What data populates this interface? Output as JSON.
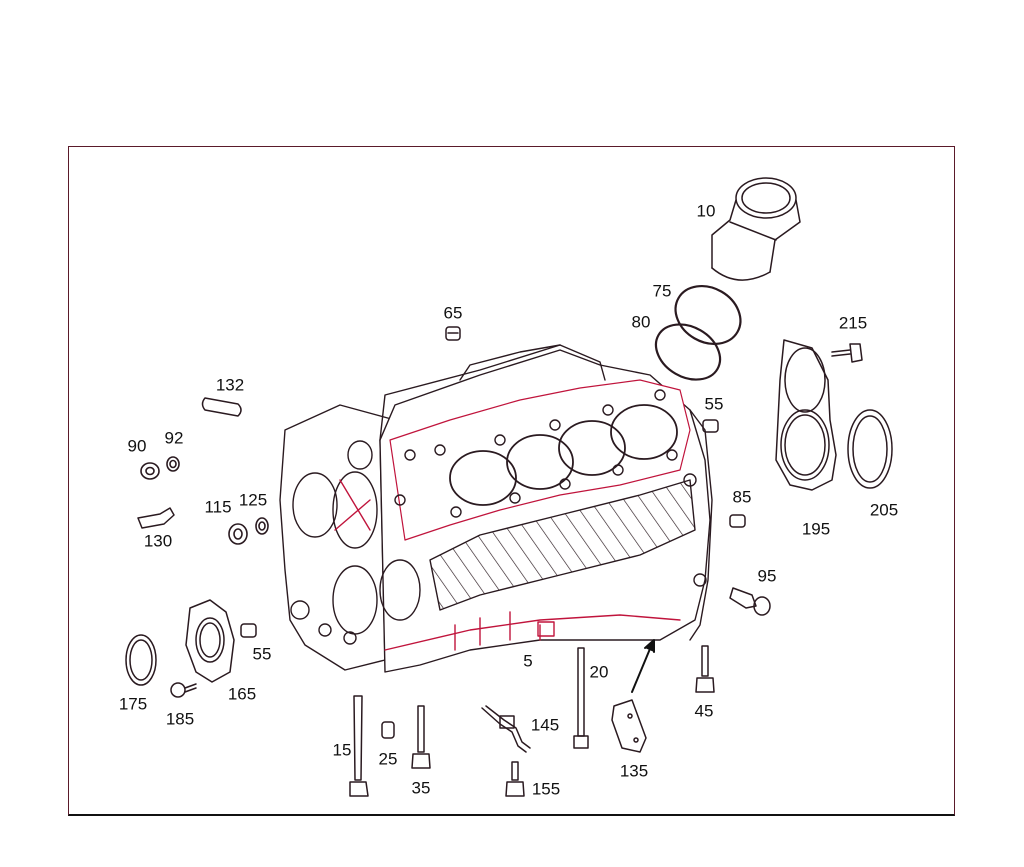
{
  "diagram": {
    "colors": {
      "outline": "#2a1a20",
      "accent": "#c0143c",
      "frame": "#5a1a2a"
    },
    "labels": {
      "l10": "10",
      "l75": "75",
      "l80": "80",
      "l65": "65",
      "l215": "215",
      "l55a": "55",
      "l132": "132",
      "l90": "90",
      "l92": "92",
      "l85": "85",
      "l115": "115",
      "l125": "125",
      "l195": "195",
      "l205": "205",
      "l130": "130",
      "l95": "95",
      "l55b": "55",
      "l5": "5",
      "l20": "20",
      "l175": "175",
      "l165": "165",
      "l185": "185",
      "l45": "45",
      "l145": "145",
      "l15": "15",
      "l25": "25",
      "l35": "35",
      "l135": "135",
      "l155": "155"
    }
  }
}
